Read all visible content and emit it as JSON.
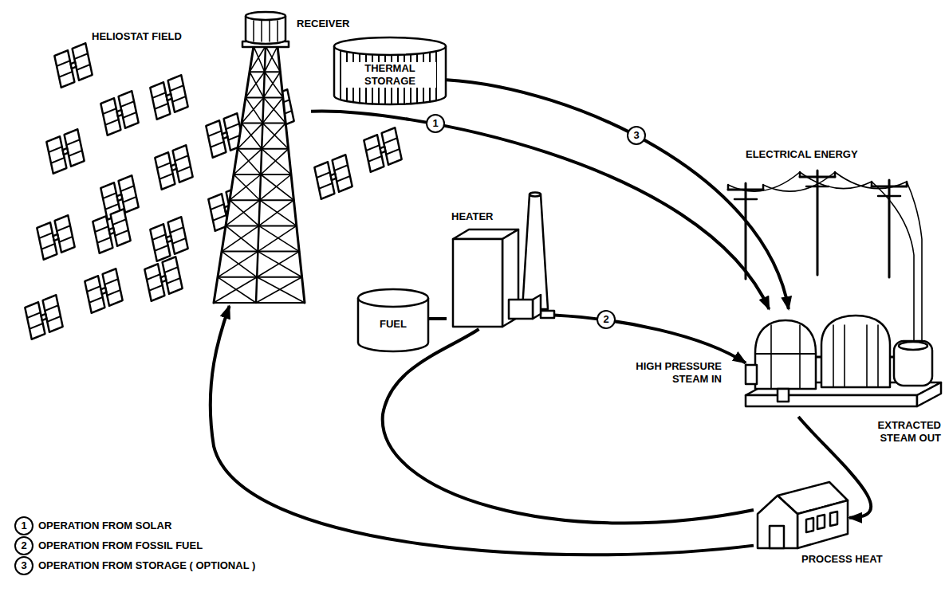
{
  "diagram": {
    "nodes": [
      {
        "text": [
          "RECEIVER"
        ]
      },
      {
        "text": [
          "THERMAL STORAGE"
        ]
      },
      {
        "text": [
          "HEATER"
        ]
      },
      {
        "text": [
          "FUEL"
        ]
      },
      {
        "text": [
          "HIGH PRESSURE STEAM IN",
          "EXTRACTED STEAM OUT"
        ]
      },
      {
        "text": [
          "PROCESS HEAT"
        ]
      }
    ],
    "edges": [
      {
        "from": 0,
        "to": 4,
        "arrow": "to",
        "label": "1"
      },
      {
        "from": 2,
        "to": 4,
        "arrow": "to",
        "label": "2"
      },
      {
        "from": 1,
        "to": 4,
        "arrow": "to",
        "label": "3"
      },
      {
        "from": 3,
        "to": 2,
        "arrow": "none"
      },
      {
        "from": 4,
        "to": 5,
        "arrow": "to"
      },
      {
        "from": 5,
        "to": 0,
        "arrow": "to"
      },
      {
        "from": 5,
        "to": 2,
        "arrow": "none"
      }
    ],
    "labels": [
      "HELIOSTAT FIELD",
      "ELECTRICAL ENERGY",
      "1",
      "2",
      "3"
    ],
    "legend": [
      {
        "text": "OPERATION FROM SOLAR"
      },
      {
        "text": "OPERATION FROM FOSSIL FUEL"
      },
      {
        "text": "OPERATION FROM STORAGE ( OPTIONAL )"
      }
    ]
  }
}
